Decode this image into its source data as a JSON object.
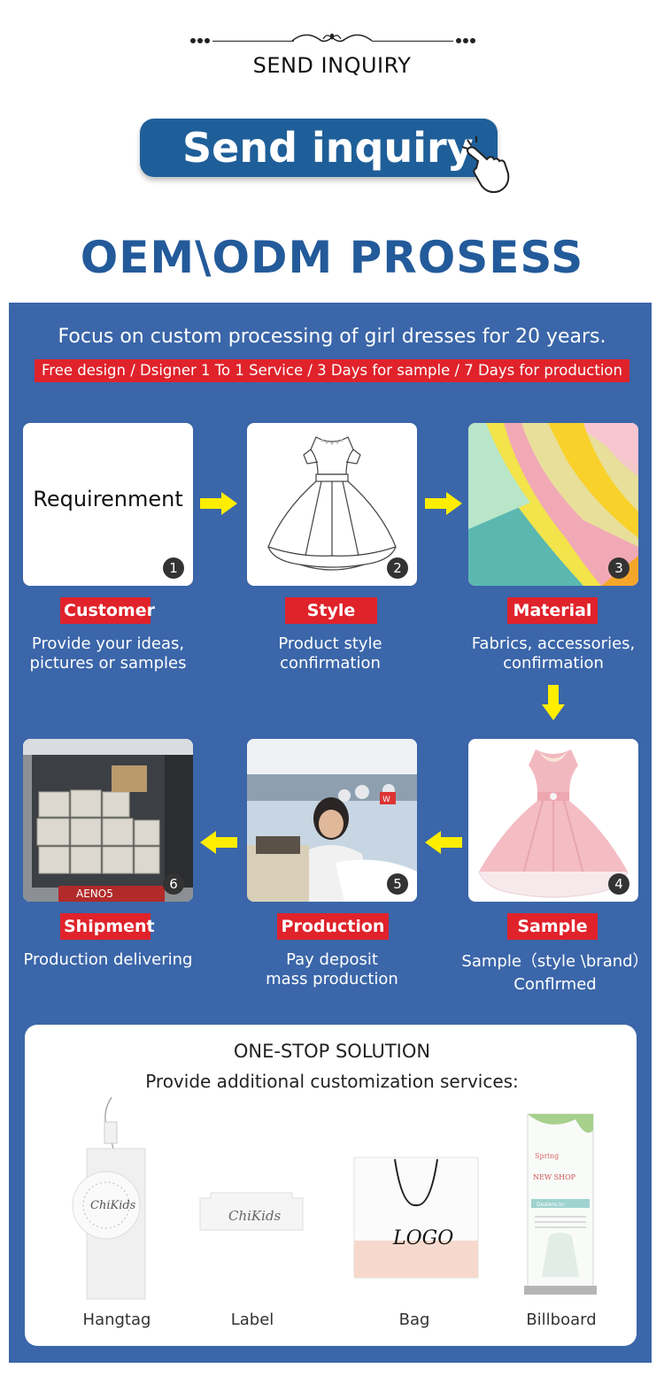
{
  "header": {
    "ornament_title": "SEND INQUIRY",
    "button_label": "Send inquiry",
    "page_title": "OEM\\ODM PROSESS"
  },
  "intro": {
    "focus_text": "Focus on custom processing of girl dresses for 20 years.",
    "red_banner": "Free design / Dsigner 1 To  1 Service / 3 Days for sample / 7 Days for production"
  },
  "steps": [
    {
      "number": "1",
      "card_text": "Requirenment",
      "tag": "Customer",
      "desc_line1": "Provide your ideas,",
      "desc_line2": "pictures or samples"
    },
    {
      "number": "2",
      "tag": "Style",
      "desc_line1": "Product style",
      "desc_line2": "confirmation"
    },
    {
      "number": "3",
      "tag": "Material",
      "desc_line1": "Fabrics, accessories,",
      "desc_line2": "confirmation"
    },
    {
      "number": "4",
      "tag": "Sample",
      "desc_line1": "Sample（style \\brand）",
      "desc_line2": "Conflrmed"
    },
    {
      "number": "5",
      "tag": "Production",
      "desc_line1": "Pay deposit",
      "desc_line2": "mass production",
      "sign_text": "W"
    },
    {
      "number": "6",
      "tag": "Shipment",
      "desc_line1": "Production delivering",
      "container_text": "AENO5"
    }
  ],
  "one_stop": {
    "title": "ONE-STOP SOLUTION",
    "subtitle": "Provide additional customization services:",
    "items": [
      {
        "label": "Hangtag",
        "brand": "ChiKids"
      },
      {
        "label": "Label",
        "brand": "ChiKids"
      },
      {
        "label": "Bag",
        "brand": "LOGO"
      },
      {
        "label": "Billboard",
        "lines": [
          "Spring",
          "NEW SHOP",
          "Dealers in:"
        ]
      }
    ]
  },
  "colors": {
    "panel_blue": "#3b66a9",
    "title_blue": "#235a9a",
    "button_blue": "#1f5f99",
    "tag_red": "#e0222b",
    "arrow_yellow": "#ffee00"
  }
}
